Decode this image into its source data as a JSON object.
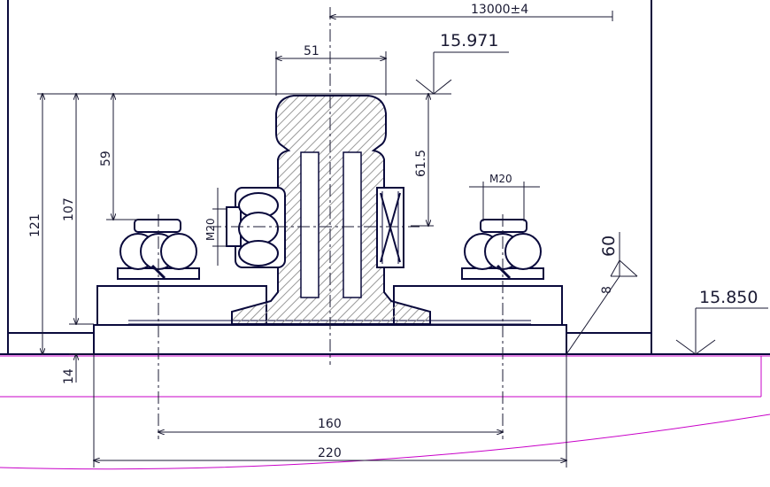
{
  "colors": {
    "line": "#0a0a3c",
    "dim": "#1a1a33",
    "magenta": "#c800c8",
    "hatch": "#888888"
  },
  "dimensions": {
    "top_span": "13000±4",
    "rail_head_width": "51",
    "elev_top": "15.971",
    "elev_right": "15.850",
    "head_height": "61.5",
    "web_height": "59",
    "total_height": "121",
    "height_107": "107",
    "base_height": "14",
    "bolt_left": "M20",
    "bolt_right": "M20",
    "angle_60": "60",
    "thickness_8": "8",
    "bolt_spacing": "160",
    "plate_width": "220"
  }
}
